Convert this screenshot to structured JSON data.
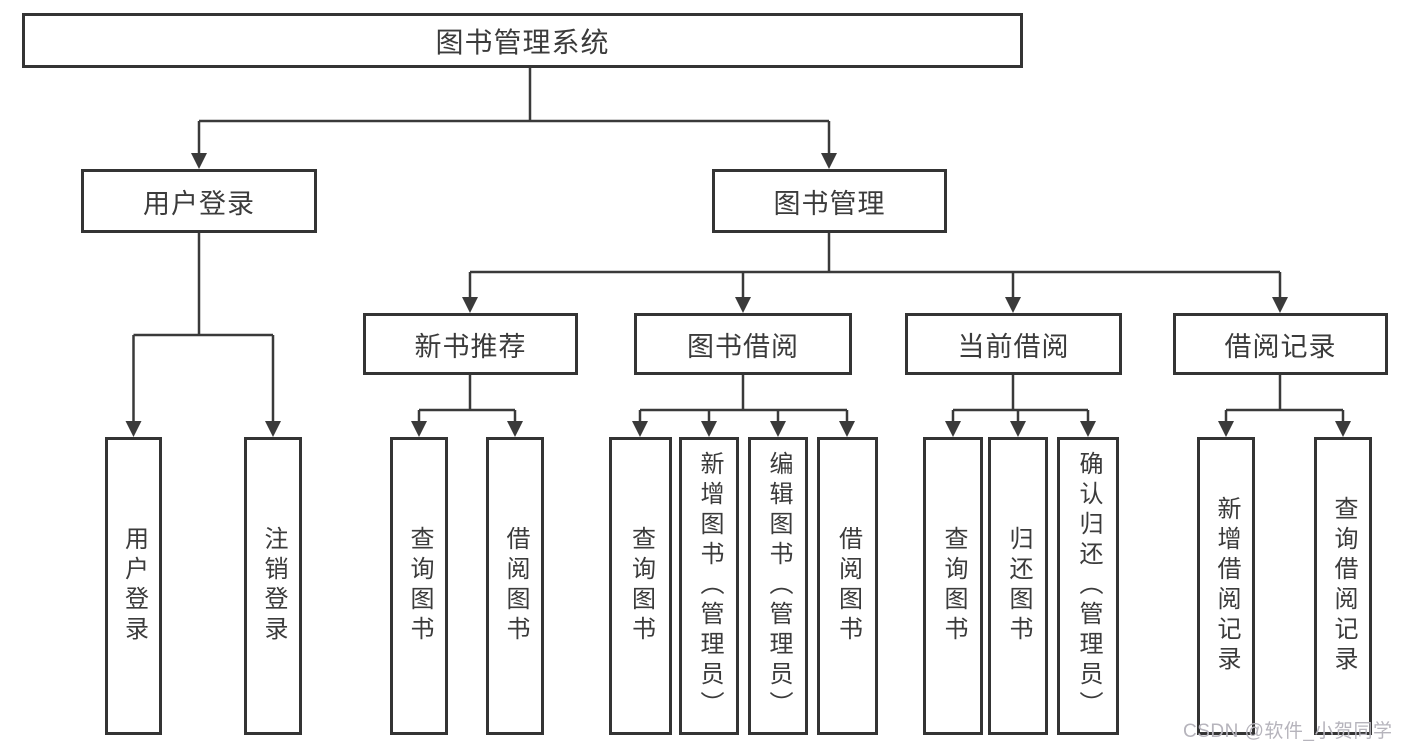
{
  "diagram": {
    "title": "图书管理系统",
    "level2": [
      {
        "label": "用户登录",
        "children": [
          {
            "label": "用户登录"
          },
          {
            "label": "注销登录"
          }
        ]
      },
      {
        "label": "图书管理",
        "children": [
          {
            "label": "新书推荐",
            "children": [
              {
                "label": "查询图书"
              },
              {
                "label": "借阅图书"
              }
            ]
          },
          {
            "label": "图书借阅",
            "children": [
              {
                "label": "查询图书"
              },
              {
                "label": "新增图书（管理员）"
              },
              {
                "label": "编辑图书（管理员）"
              },
              {
                "label": "借阅图书"
              }
            ]
          },
          {
            "label": "当前借阅",
            "children": [
              {
                "label": "查询图书"
              },
              {
                "label": "归还图书"
              },
              {
                "label": "确认归还（管理员）"
              }
            ]
          },
          {
            "label": "借阅记录",
            "children": [
              {
                "label": "新增借阅记录"
              },
              {
                "label": "查询借阅记录"
              }
            ]
          }
        ]
      }
    ]
  },
  "watermark": {
    "text": "CSDN @软件_小贺同学"
  },
  "colors": {
    "line": "#3a3a3a",
    "box_border": "#343434",
    "text": "#3b3b3b",
    "watermark": "#b6b4bc",
    "background": "#ffffff"
  }
}
